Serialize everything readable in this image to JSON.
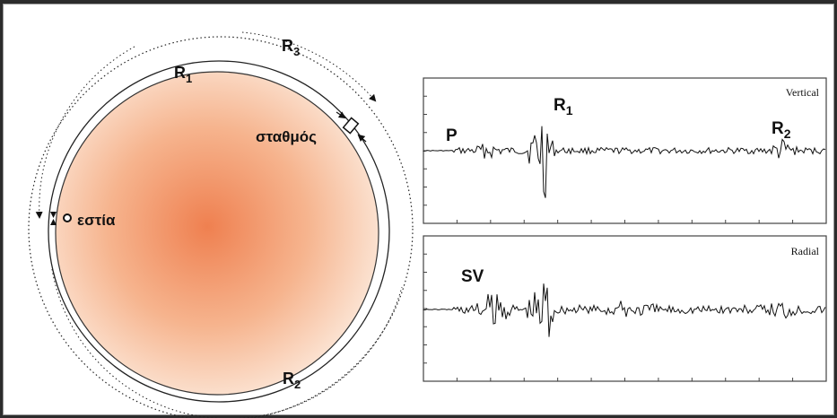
{
  "diagram": {
    "station_label": "σταθμός",
    "focus_label": "εστία",
    "arcs": {
      "r1": {
        "letter": "R",
        "sub": "1"
      },
      "r2": {
        "letter": "R",
        "sub": "2"
      },
      "r3": {
        "letter": "R",
        "sub": "3"
      }
    }
  },
  "seismograms": {
    "vertical": {
      "title": "Vertical",
      "phases": [
        {
          "letter": "P",
          "sub": ""
        },
        {
          "letter": "R",
          "sub": "1"
        },
        {
          "letter": "R",
          "sub": "2"
        }
      ]
    },
    "radial": {
      "title": "Radial",
      "phases": [
        {
          "letter": "SV",
          "sub": ""
        }
      ]
    }
  },
  "colors": {
    "earth_center": "#f08a56",
    "earth_edge": "#fbe6d6",
    "border": "#2c2c2c",
    "trace": "#111111"
  }
}
